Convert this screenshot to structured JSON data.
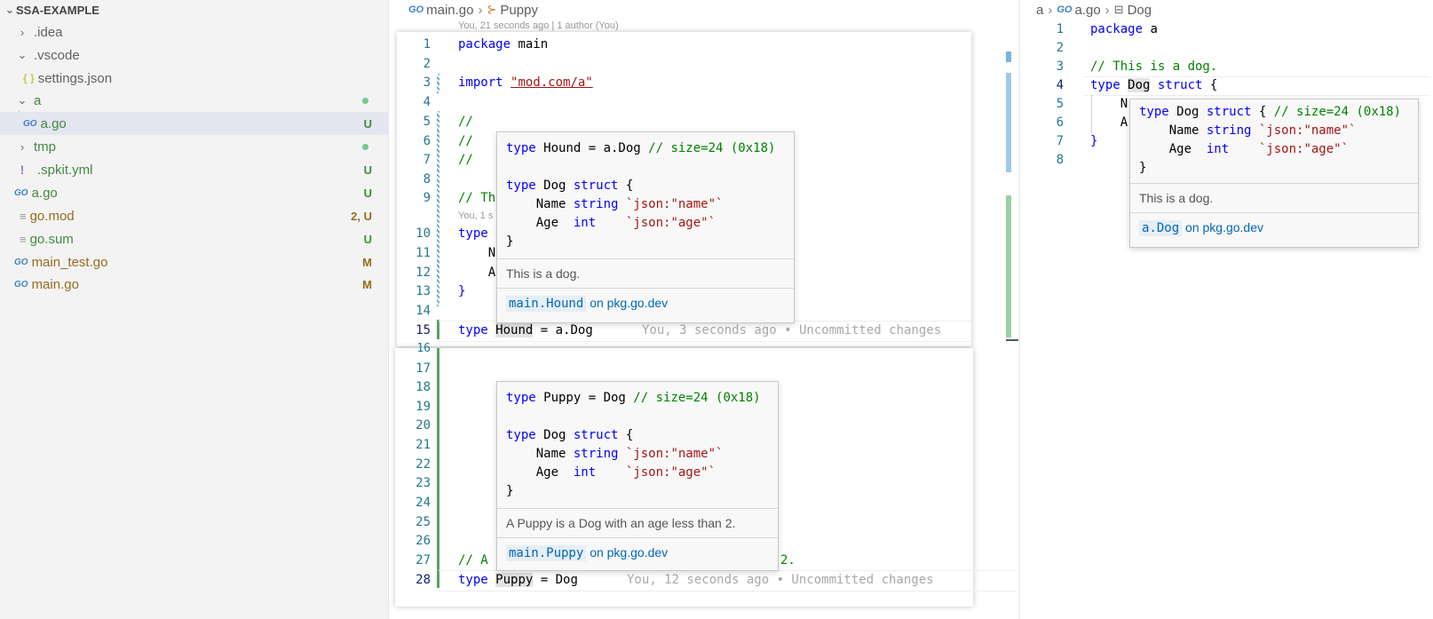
{
  "colors": {
    "accent": "#0066b8",
    "added": "#5aa364",
    "modified": "#6aa8cf",
    "untracked": "#44883f",
    "modified_file": "#996a1c"
  },
  "sidebar": {
    "root": "SSA-EXAMPLE",
    "items": [
      {
        "label": ".idea",
        "kind": "folder",
        "expanded": false,
        "badge": ""
      },
      {
        "label": ".vscode",
        "kind": "folder",
        "expanded": true,
        "badge": ""
      },
      {
        "label": "settings.json",
        "kind": "json",
        "badge": ""
      },
      {
        "label": "a",
        "kind": "folder",
        "expanded": true,
        "badge": "dot"
      },
      {
        "label": "a.go",
        "kind": "go",
        "badge": "U"
      },
      {
        "label": "tmp",
        "kind": "folder",
        "expanded": false,
        "badge": "dot"
      },
      {
        "label": ".spkit.yml",
        "kind": "yaml",
        "badge": "U"
      },
      {
        "label": "a.go",
        "kind": "go",
        "badge": "U"
      },
      {
        "label": "go.mod",
        "kind": "text",
        "badge": "2, U"
      },
      {
        "label": "go.sum",
        "kind": "text",
        "badge": "U"
      },
      {
        "label": "main_test.go",
        "kind": "go",
        "badge": "M"
      },
      {
        "label": "main.go",
        "kind": "go",
        "badge": "M"
      }
    ]
  },
  "left_editor": {
    "breadcrumb": {
      "file": "main.go",
      "symbol": "Puppy"
    },
    "codelens_top": "You, 21 seconds ago | 1 author (You)",
    "codelens_mid": "You, 1 s",
    "lines": {
      "l1": {
        "n": "1",
        "kw": "package",
        "rest": " main"
      },
      "l2": {
        "n": "2"
      },
      "l3": {
        "n": "3",
        "kw": "import",
        "str": "\"mod.com/a\""
      },
      "l4": {
        "n": "4"
      },
      "l5": {
        "n": "5",
        "cm": "//"
      },
      "l6": {
        "n": "6",
        "cm": "//"
      },
      "l7": {
        "n": "7",
        "cm": "//"
      },
      "l8": {
        "n": "8"
      },
      "l9": {
        "n": "9",
        "cm": "// Th"
      },
      "l10": {
        "n": "10",
        "kw": "type"
      },
      "l11": {
        "n": "11",
        "rest": "    N"
      },
      "l12": {
        "n": "12",
        "rest": "    A"
      },
      "l13": {
        "n": "13",
        "rest": "}"
      },
      "l14": {
        "n": "14"
      },
      "l15": {
        "n": "15",
        "kw": "type",
        "name": "Hound",
        "rest": " = a.Dog",
        "blame": "You, 3 seconds ago • Uncommitted changes"
      }
    },
    "lines2": {
      "l16": "16",
      "l17": "17",
      "l18": "18",
      "l19": "19",
      "l20": "20",
      "l21": "21",
      "l22": "22",
      "l23": "23",
      "l24": "24",
      "l25": "25",
      "l26": "26",
      "l27": {
        "n": "27",
        "cm": "// A",
        "tail": "2."
      },
      "l28": {
        "n": "28",
        "kw": "type",
        "name": "Puppy",
        "rest": " = Dog",
        "blame": "You, 12 seconds ago • Uncommitted changes"
      }
    },
    "hover_hound": {
      "line1_kw": "type",
      "line1_rest": " Hound = a.Dog ",
      "line1_cm": "// size=24 (0x18)",
      "kw_type": "type",
      "dog_decl": " Dog ",
      "kw_struct": "struct",
      " brace_open": " {",
      "name_field": "    Name ",
      "name_type": "string",
      "name_tag": " `json:\"name\"`",
      "age_field": "    Age  ",
      "age_type": "int",
      "age_tag": "    `json:\"age\"`",
      "brace_close": "}",
      "doc": "This is a dog.",
      "link_chip": "main.Hound",
      "link_text": "on pkg.go.dev"
    },
    "hover_puppy": {
      "line1_kw": "type",
      "line1_rest": " Puppy = Dog ",
      "line1_cm": "// size=24 (0x18)",
      "kw_type": "type",
      "dog_decl": " Dog ",
      "kw_struct": "struct",
      "name_field": "    Name ",
      "name_type": "string",
      "name_tag": " `json:\"name\"`",
      "age_field": "    Age  ",
      "age_type": "int",
      "age_tag": "    `json:\"age\"`",
      "brace_close": "}",
      "doc": "A Puppy is a Dog with an age less than 2.",
      "link_chip": "main.Puppy",
      "link_text": "on pkg.go.dev"
    }
  },
  "right_editor": {
    "breadcrumb": {
      "folder": "a",
      "file": "a.go",
      "symbol": "Dog"
    },
    "lines": {
      "l1": {
        "n": "1",
        "kw": "package",
        "rest": " a"
      },
      "l2": {
        "n": "2"
      },
      "l3": {
        "n": "3",
        "cm": "// This is a dog."
      },
      "l4": {
        "n": "4",
        "kw": "type",
        "name": "Dog",
        "kw2": "struct",
        "rest": " {"
      },
      "l5": {
        "n": "5",
        "rest": "    N"
      },
      "l6": {
        "n": "6",
        "rest": "    A"
      },
      "l7": {
        "n": "7",
        "rest": "}"
      },
      "l8": {
        "n": "8"
      }
    },
    "hover_dog": {
      "kw_type": "type",
      "dog_decl": " Dog ",
      "kw_struct": "struct",
      "brace_rest": " { ",
      "cm": "// size=24 (0x18)",
      "name_field": "    Name ",
      "name_type": "string",
      "name_tag": " `json:\"name\"`",
      "age_field": "    Age  ",
      "age_type": "int",
      "age_tag": "    `json:\"age\"`",
      "brace_close": "}",
      "doc": "This is a dog.",
      "link_chip": "a.Dog",
      "link_text": "on pkg.go.dev"
    }
  }
}
